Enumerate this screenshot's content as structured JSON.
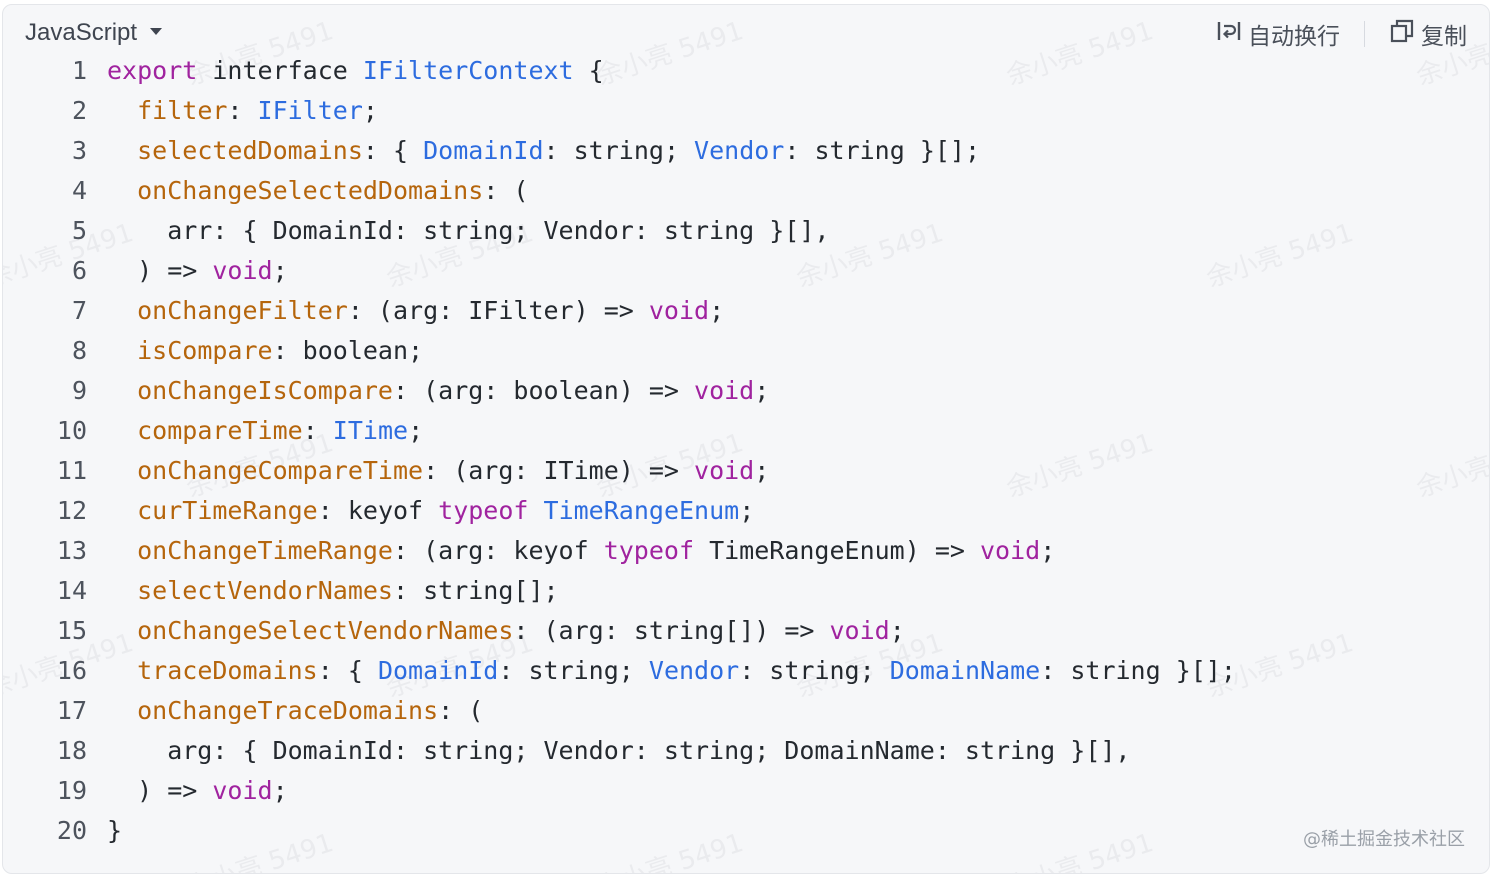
{
  "toolbar": {
    "language": "JavaScript",
    "wrap_label": "自动换行",
    "copy_label": "复制"
  },
  "watermark_text": "余小亮 5491",
  "credit": "@稀土掘金技术社区",
  "colors": {
    "keyword": "#a0239f",
    "type": "#2d6cdf",
    "property": "#b5650c",
    "text": "#24292f",
    "line_number": "#4d535d",
    "panel_bg": "#f6f7f9"
  },
  "code_lines": [
    {
      "n": "1",
      "tokens": [
        [
          "kw",
          "export"
        ],
        [
          "plain",
          " interface "
        ],
        [
          "type",
          "IFilterContext"
        ],
        [
          "plain",
          " {"
        ]
      ]
    },
    {
      "n": "2",
      "tokens": [
        [
          "plain",
          "  "
        ],
        [
          "prop",
          "filter"
        ],
        [
          "plain",
          ": "
        ],
        [
          "type",
          "IFilter"
        ],
        [
          "plain",
          ";"
        ]
      ]
    },
    {
      "n": "3",
      "tokens": [
        [
          "plain",
          "  "
        ],
        [
          "prop",
          "selectedDomains"
        ],
        [
          "plain",
          ": { "
        ],
        [
          "type",
          "DomainId"
        ],
        [
          "plain",
          ": string; "
        ],
        [
          "type",
          "Vendor"
        ],
        [
          "plain",
          ": string }[];"
        ]
      ]
    },
    {
      "n": "4",
      "tokens": [
        [
          "plain",
          "  "
        ],
        [
          "prop",
          "onChangeSelectedDomains"
        ],
        [
          "plain",
          ": ("
        ]
      ]
    },
    {
      "n": "5",
      "tokens": [
        [
          "plain",
          "    arr: { DomainId: string; Vendor: string }[],"
        ]
      ]
    },
    {
      "n": "6",
      "tokens": [
        [
          "plain",
          "  ) => "
        ],
        [
          "kw",
          "void"
        ],
        [
          "plain",
          ";"
        ]
      ]
    },
    {
      "n": "7",
      "tokens": [
        [
          "plain",
          "  "
        ],
        [
          "prop",
          "onChangeFilter"
        ],
        [
          "plain",
          ": (arg: IFilter) => "
        ],
        [
          "kw",
          "void"
        ],
        [
          "plain",
          ";"
        ]
      ]
    },
    {
      "n": "8",
      "tokens": [
        [
          "plain",
          "  "
        ],
        [
          "prop",
          "isCompare"
        ],
        [
          "plain",
          ": boolean;"
        ]
      ]
    },
    {
      "n": "9",
      "tokens": [
        [
          "plain",
          "  "
        ],
        [
          "prop",
          "onChangeIsCompare"
        ],
        [
          "plain",
          ": (arg: boolean) => "
        ],
        [
          "kw",
          "void"
        ],
        [
          "plain",
          ";"
        ]
      ]
    },
    {
      "n": "10",
      "tokens": [
        [
          "plain",
          "  "
        ],
        [
          "prop",
          "compareTime"
        ],
        [
          "plain",
          ": "
        ],
        [
          "type",
          "ITime"
        ],
        [
          "plain",
          ";"
        ]
      ]
    },
    {
      "n": "11",
      "tokens": [
        [
          "plain",
          "  "
        ],
        [
          "prop",
          "onChangeCompareTime"
        ],
        [
          "plain",
          ": (arg: ITime) => "
        ],
        [
          "kw",
          "void"
        ],
        [
          "plain",
          ";"
        ]
      ]
    },
    {
      "n": "12",
      "tokens": [
        [
          "plain",
          "  "
        ],
        [
          "prop",
          "curTimeRange"
        ],
        [
          "plain",
          ": keyof "
        ],
        [
          "kw",
          "typeof"
        ],
        [
          "plain",
          " "
        ],
        [
          "type",
          "TimeRangeEnum"
        ],
        [
          "plain",
          ";"
        ]
      ]
    },
    {
      "n": "13",
      "tokens": [
        [
          "plain",
          "  "
        ],
        [
          "prop",
          "onChangeTimeRange"
        ],
        [
          "plain",
          ": (arg: keyof "
        ],
        [
          "kw",
          "typeof"
        ],
        [
          "plain",
          " TimeRangeEnum) => "
        ],
        [
          "kw",
          "void"
        ],
        [
          "plain",
          ";"
        ]
      ]
    },
    {
      "n": "14",
      "tokens": [
        [
          "plain",
          "  "
        ],
        [
          "prop",
          "selectVendorNames"
        ],
        [
          "plain",
          ": string[];"
        ]
      ]
    },
    {
      "n": "15",
      "tokens": [
        [
          "plain",
          "  "
        ],
        [
          "prop",
          "onChangeSelectVendorNames"
        ],
        [
          "plain",
          ": (arg: string[]) => "
        ],
        [
          "kw",
          "void"
        ],
        [
          "plain",
          ";"
        ]
      ]
    },
    {
      "n": "16",
      "tokens": [
        [
          "plain",
          "  "
        ],
        [
          "prop",
          "traceDomains"
        ],
        [
          "plain",
          ": { "
        ],
        [
          "type",
          "DomainId"
        ],
        [
          "plain",
          ": string; "
        ],
        [
          "type",
          "Vendor"
        ],
        [
          "plain",
          ": string; "
        ],
        [
          "type",
          "DomainName"
        ],
        [
          "plain",
          ": string }[];"
        ]
      ]
    },
    {
      "n": "17",
      "tokens": [
        [
          "plain",
          "  "
        ],
        [
          "prop",
          "onChangeTraceDomains"
        ],
        [
          "plain",
          ": ("
        ]
      ]
    },
    {
      "n": "18",
      "tokens": [
        [
          "plain",
          "    arg: { DomainId: string; Vendor: string; DomainName: string }[],"
        ]
      ]
    },
    {
      "n": "19",
      "tokens": [
        [
          "plain",
          "  ) => "
        ],
        [
          "kw",
          "void"
        ],
        [
          "plain",
          ";"
        ]
      ]
    },
    {
      "n": "20",
      "tokens": [
        [
          "plain",
          "}"
        ]
      ]
    }
  ]
}
